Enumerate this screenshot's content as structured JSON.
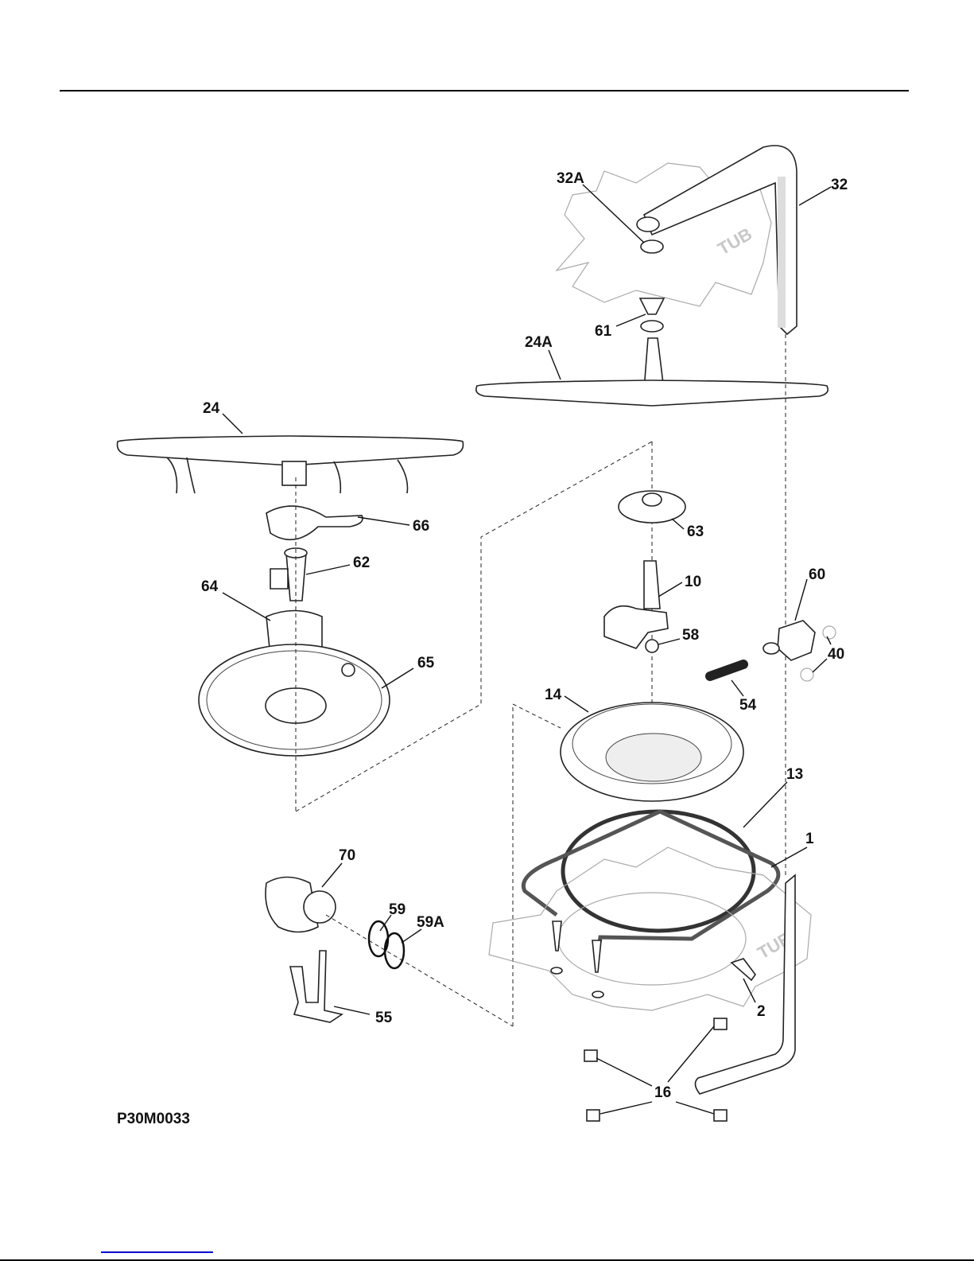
{
  "diagram_code": "P30M0033",
  "watermark_text": "TUB",
  "callouts": [
    "32A",
    "32",
    "61",
    "24A",
    "24",
    "66",
    "63",
    "62",
    "60",
    "10",
    "64",
    "58",
    "40",
    "65",
    "54",
    "14",
    "13",
    "1",
    "70",
    "59",
    "59A",
    "2",
    "55",
    "16"
  ]
}
